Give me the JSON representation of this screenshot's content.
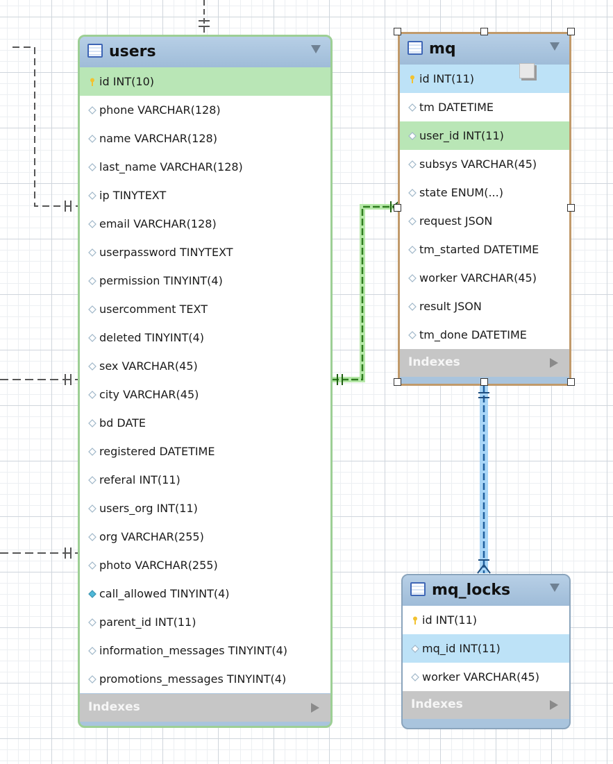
{
  "entities": {
    "users": {
      "title": "users",
      "columns": [
        {
          "text": "id INT(10)",
          "kind": "pk"
        },
        {
          "text": "phone VARCHAR(128)",
          "kind": "col"
        },
        {
          "text": "name VARCHAR(128)",
          "kind": "col"
        },
        {
          "text": "last_name VARCHAR(128)",
          "kind": "col"
        },
        {
          "text": "ip TINYTEXT",
          "kind": "col"
        },
        {
          "text": "email VARCHAR(128)",
          "kind": "col"
        },
        {
          "text": "userpassword TINYTEXT",
          "kind": "col"
        },
        {
          "text": "permission TINYINT(4)",
          "kind": "col"
        },
        {
          "text": "usercomment TEXT",
          "kind": "col"
        },
        {
          "text": "deleted TINYINT(4)",
          "kind": "col"
        },
        {
          "text": "sex VARCHAR(45)",
          "kind": "col"
        },
        {
          "text": "city VARCHAR(45)",
          "kind": "col"
        },
        {
          "text": "bd DATE",
          "kind": "col"
        },
        {
          "text": "registered DATETIME",
          "kind": "col"
        },
        {
          "text": "referal INT(11)",
          "kind": "col"
        },
        {
          "text": "users_org INT(11)",
          "kind": "col"
        },
        {
          "text": "org VARCHAR(255)",
          "kind": "col"
        },
        {
          "text": "photo VARCHAR(255)",
          "kind": "col"
        },
        {
          "text": "call_allowed TINYINT(4)",
          "kind": "notnull"
        },
        {
          "text": "parent_id INT(11)",
          "kind": "col"
        },
        {
          "text": "information_messages TINYINT(4)",
          "kind": "col"
        },
        {
          "text": "promotions_messages TINYINT(4)",
          "kind": "col"
        }
      ],
      "indexes_label": "Indexes"
    },
    "mq": {
      "title": "mq",
      "columns": [
        {
          "text": "id INT(11)",
          "kind": "pk"
        },
        {
          "text": "tm DATETIME",
          "kind": "col"
        },
        {
          "text": "user_id INT(11)",
          "kind": "fk"
        },
        {
          "text": "subsys VARCHAR(45)",
          "kind": "col"
        },
        {
          "text": "state ENUM(...)",
          "kind": "col"
        },
        {
          "text": "request JSON",
          "kind": "col"
        },
        {
          "text": "tm_started DATETIME",
          "kind": "col"
        },
        {
          "text": "worker VARCHAR(45)",
          "kind": "col"
        },
        {
          "text": "result JSON",
          "kind": "col"
        },
        {
          "text": "tm_done DATETIME",
          "kind": "col"
        }
      ],
      "indexes_label": "Indexes"
    },
    "mq_locks": {
      "title": "mq_locks",
      "columns": [
        {
          "text": "id INT(11)",
          "kind": "pk"
        },
        {
          "text": "mq_id INT(11)",
          "kind": "fk"
        },
        {
          "text": "worker VARCHAR(45)",
          "kind": "col"
        }
      ],
      "indexes_label": "Indexes"
    }
  },
  "relationships": [
    {
      "from": "users.id",
      "to": "mq.user_id",
      "highlight": "green"
    },
    {
      "from": "mq.id",
      "to": "mq_locks.mq_id",
      "highlight": "blue"
    }
  ],
  "colors": {
    "header_blue": "#a9c4dd",
    "pk_row_green": "#b9e6b6",
    "selected_row_blue": "#bde2f7",
    "index_bar_gray": "#c6c6c6",
    "relation_green": "#43b02a",
    "relation_blue": "#5aa7e0",
    "key_icon_yellow": "#f2c230",
    "column_diamond": "#9fb6c8",
    "notnull_diamond": "#4fb8d8"
  }
}
